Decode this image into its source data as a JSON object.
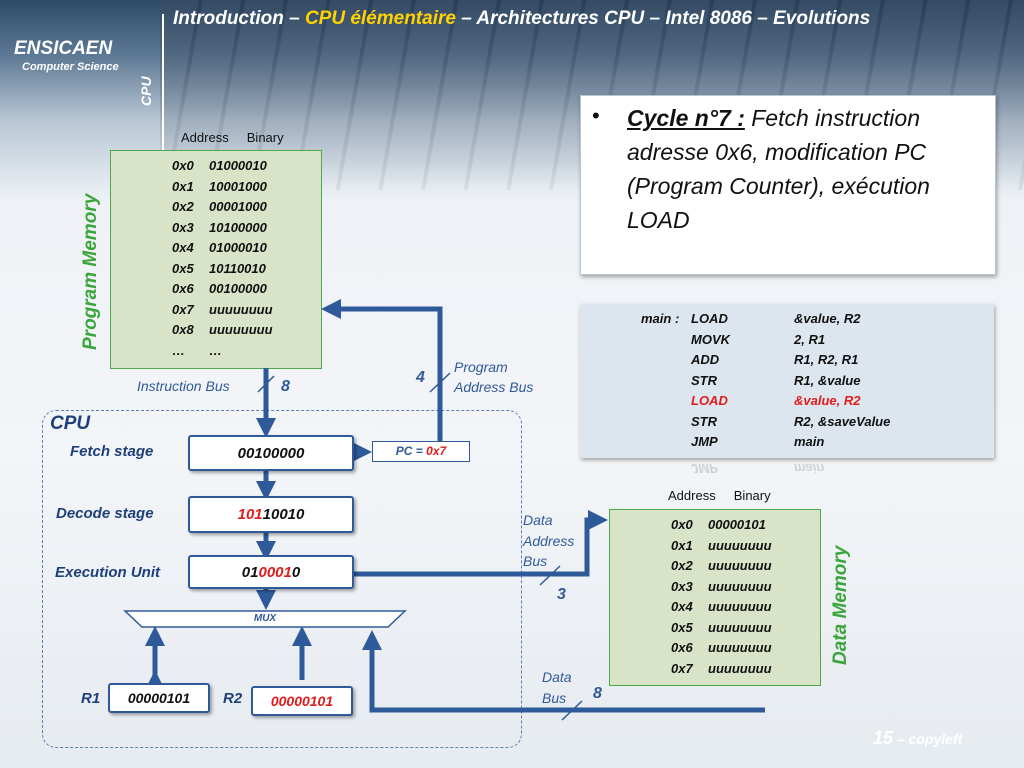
{
  "header": {
    "nav_part1": "Introduction – ",
    "nav_current": "CPU élémentaire",
    "nav_part2": " – Architectures CPU – Intel 8086 – Evolutions",
    "brand": "ENSICAEN",
    "brand_sub": "Computer Science",
    "section": "CPU"
  },
  "bullet": {
    "title": "Cycle n°7 :",
    "text": " Fetch instruction adresse 0x6, modification PC (Program Counter), exécution LOAD"
  },
  "program_memory": {
    "label": "Program Memory",
    "header_address": "Address",
    "header_binary": "Binary",
    "rows": [
      {
        "addr": "0x0",
        "bin": "01000010"
      },
      {
        "addr": "0x1",
        "bin": "10001000"
      },
      {
        "addr": "0x2",
        "bin": "00001000"
      },
      {
        "addr": "0x3",
        "bin": "10100000"
      },
      {
        "addr": "0x4",
        "bin": "01000010"
      },
      {
        "addr": "0x5",
        "bin": "10110010"
      },
      {
        "addr": "0x6",
        "bin": "00100000"
      },
      {
        "addr": "0x7",
        "bin": "uuuuuuuu"
      },
      {
        "addr": "0x8",
        "bin": "uuuuuuuu"
      },
      {
        "addr": "…",
        "bin": "…"
      }
    ]
  },
  "data_memory": {
    "label": "Data Memory",
    "header_address": "Address",
    "header_binary": "Binary",
    "rows": [
      {
        "addr": "0x0",
        "bin": "00000101"
      },
      {
        "addr": "0x1",
        "bin": "uuuuuuuu"
      },
      {
        "addr": "0x2",
        "bin": "uuuuuuuu"
      },
      {
        "addr": "0x3",
        "bin": "uuuuuuuu"
      },
      {
        "addr": "0x4",
        "bin": "uuuuuuuu"
      },
      {
        "addr": "0x5",
        "bin": "uuuuuuuu"
      },
      {
        "addr": "0x6",
        "bin": "uuuuuuuu"
      },
      {
        "addr": "0x7",
        "bin": "uuuuuuuu"
      }
    ]
  },
  "code": {
    "label": "main :",
    "lines": [
      {
        "op": "LOAD",
        "args": "&value, R2",
        "highlight": false
      },
      {
        "op": "MOVK",
        "args": "2, R1",
        "highlight": false
      },
      {
        "op": "ADD",
        "args": "R1, R2, R1",
        "highlight": false
      },
      {
        "op": "STR",
        "args": "R1, &value",
        "highlight": false
      },
      {
        "op": "LOAD",
        "args": "&value, R2",
        "highlight": true
      },
      {
        "op": "STR",
        "args": "R2, &saveValue",
        "highlight": false
      },
      {
        "op": "JMP",
        "args": "main",
        "highlight": false
      }
    ],
    "mirror_op": "JMP",
    "mirror_args": "main"
  },
  "cpu": {
    "label": "CPU",
    "fetch_label": "Fetch  stage",
    "fetch_value": "00100000",
    "decode_label": "Decode  stage",
    "decode_red": "101",
    "decode_rest": "10010",
    "exec_label": "Execution Unit",
    "exec_a": "01",
    "exec_red": "0001",
    "exec_b": "0",
    "pc_label": "PC = ",
    "pc_value": "0x7",
    "mux": "MUX",
    "r1_label": "R1",
    "r1_value": "00000101",
    "r2_label": "R2",
    "r2_value": "00000101"
  },
  "buses": {
    "instruction_bus": "Instruction Bus",
    "instruction_width": "8",
    "program_address_bus_1": "Program",
    "program_address_bus_2": "Address Bus",
    "program_address_width": "4",
    "data_address_bus_1": "Data",
    "data_address_bus_2": "Address",
    "data_address_bus_3": "Bus",
    "data_address_width": "3",
    "data_bus_1": "Data",
    "data_bus_2": "Bus",
    "data_bus_width": "8"
  },
  "footer": {
    "page": "15",
    "note": " – copyleft"
  },
  "colors": {
    "accent_blue": "#2f5a9a",
    "highlight_red": "#e21b1b",
    "memory_green": "#3aa53a",
    "nav_highlight": "#ffd200"
  }
}
